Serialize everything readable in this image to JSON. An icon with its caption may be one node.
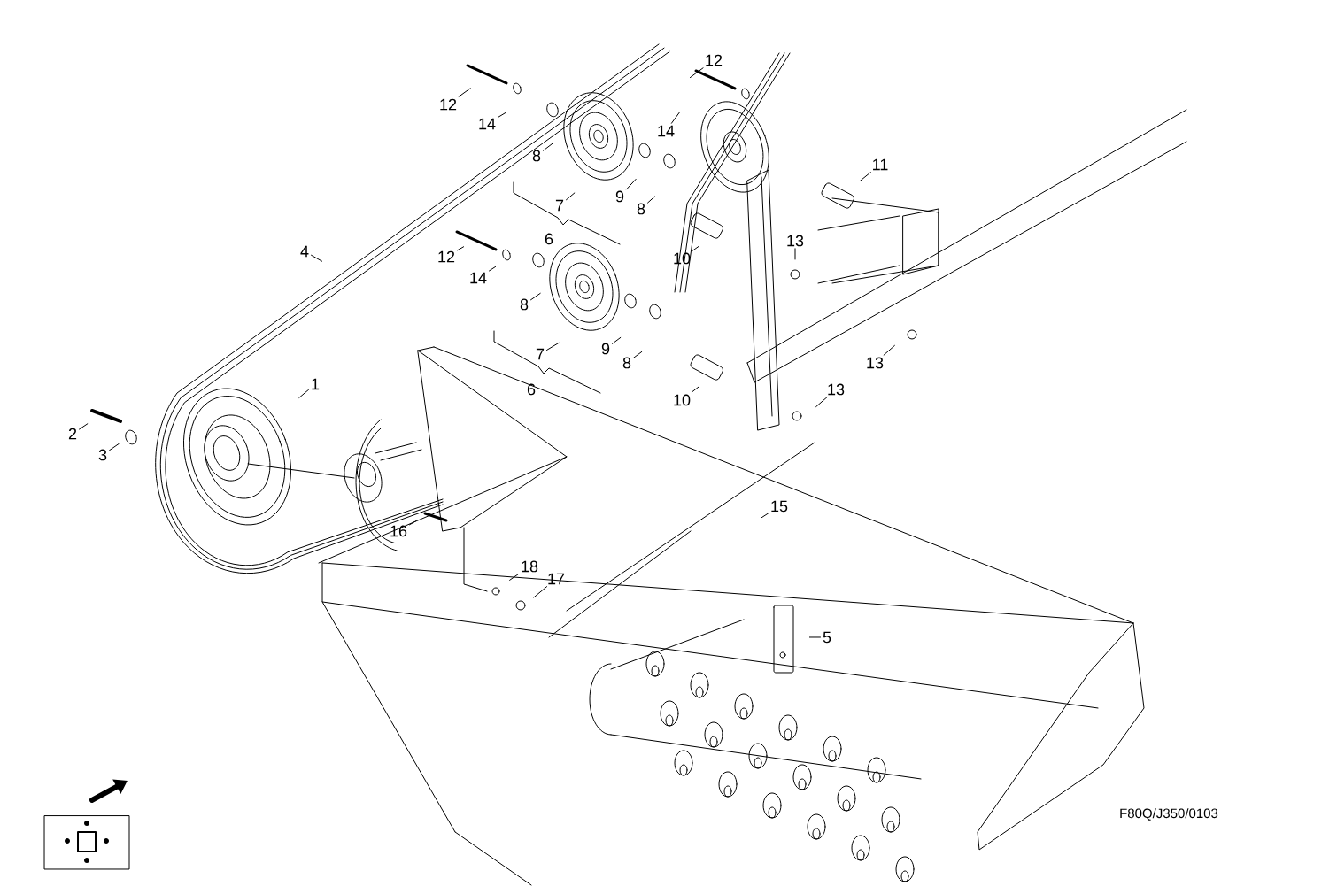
{
  "diagram": {
    "nodes": [
      {
        "text": [
          "12"
        ]
      },
      {
        "text": [
          "12"
        ]
      },
      {
        "text": [
          "14"
        ]
      },
      {
        "text": [
          "14"
        ]
      },
      {
        "text": [
          "8"
        ]
      },
      {
        "text": [
          "11"
        ]
      },
      {
        "text": [
          "9"
        ]
      },
      {
        "text": [
          "8"
        ]
      },
      {
        "text": [
          "7"
        ]
      },
      {
        "text": [
          "4"
        ]
      },
      {
        "text": [
          "12"
        ]
      },
      {
        "text": [
          "13"
        ]
      },
      {
        "text": [
          "10"
        ]
      },
      {
        "text": [
          "14"
        ]
      },
      {
        "text": [
          "8"
        ]
      },
      {
        "text": [
          "9"
        ]
      },
      {
        "text": [
          "7"
        ]
      },
      {
        "text": [
          "8"
        ]
      },
      {
        "text": [
          "13"
        ]
      },
      {
        "text": [
          "1"
        ]
      },
      {
        "text": [
          "13"
        ]
      },
      {
        "text": [
          "10"
        ]
      },
      {
        "text": [
          "2"
        ]
      },
      {
        "text": [
          "3"
        ]
      },
      {
        "text": [
          "15"
        ]
      },
      {
        "text": [
          "16"
        ]
      },
      {
        "text": [
          "18"
        ]
      },
      {
        "text": [
          "17"
        ]
      },
      {
        "text": [
          "5"
        ]
      }
    ],
    "edges": [
      {
        "from": 0,
        "to": null,
        "arrow": "none"
      },
      {
        "from": 1,
        "to": null,
        "arrow": "none"
      },
      {
        "from": 2,
        "to": null,
        "arrow": "none"
      },
      {
        "from": 3,
        "to": null,
        "arrow": "none"
      },
      {
        "from": 4,
        "to": null,
        "arrow": "none"
      },
      {
        "from": 5,
        "to": null,
        "arrow": "none"
      },
      {
        "from": 6,
        "to": null,
        "arrow": "none"
      },
      {
        "from": 7,
        "to": null,
        "arrow": "none"
      },
      {
        "from": 8,
        "to": null,
        "arrow": "none"
      },
      {
        "from": 9,
        "to": null,
        "arrow": "none"
      },
      {
        "from": 10,
        "to": null,
        "arrow": "none"
      },
      {
        "from": 11,
        "to": null,
        "arrow": "none"
      },
      {
        "from": 12,
        "to": null,
        "arrow": "none"
      },
      {
        "from": 13,
        "to": null,
        "arrow": "none"
      },
      {
        "from": 14,
        "to": null,
        "arrow": "none"
      },
      {
        "from": 15,
        "to": null,
        "arrow": "none"
      },
      {
        "from": 16,
        "to": null,
        "arrow": "none"
      },
      {
        "from": 17,
        "to": null,
        "arrow": "none"
      },
      {
        "from": 18,
        "to": null,
        "arrow": "none"
      },
      {
        "from": 19,
        "to": null,
        "arrow": "none"
      },
      {
        "from": 20,
        "to": null,
        "arrow": "none"
      },
      {
        "from": 21,
        "to": null,
        "arrow": "none"
      },
      {
        "from": 22,
        "to": null,
        "arrow": "none"
      },
      {
        "from": 23,
        "to": null,
        "arrow": "none"
      },
      {
        "from": 24,
        "to": null,
        "arrow": "none"
      },
      {
        "from": 25,
        "to": null,
        "arrow": "none"
      },
      {
        "from": 26,
        "to": null,
        "arrow": "none"
      },
      {
        "from": 27,
        "to": null,
        "arrow": "none"
      },
      {
        "from": 28,
        "to": null,
        "arrow": "none"
      }
    ],
    "labels": [
      "6",
      "6",
      "F80Q/J350/0103"
    ]
  }
}
